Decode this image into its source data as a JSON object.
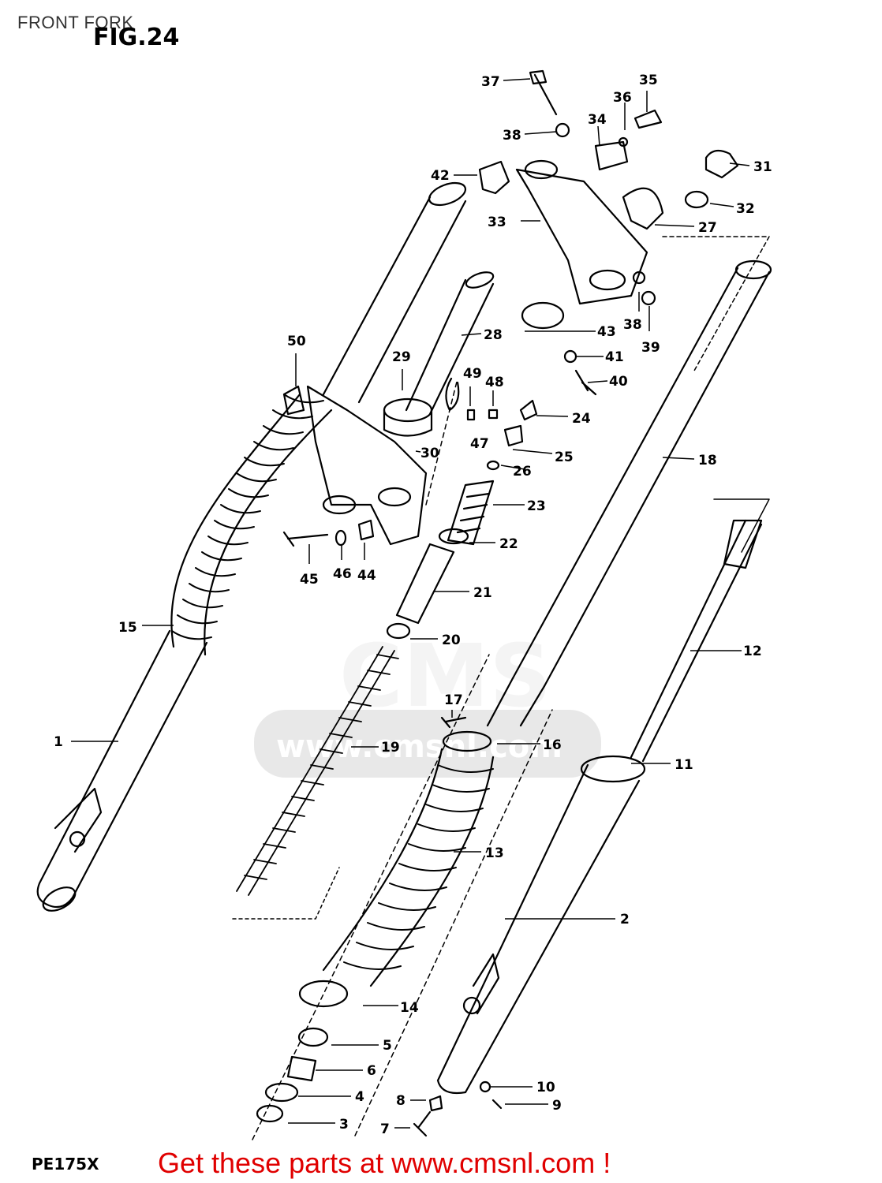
{
  "header": {
    "title": "FRONT FORK",
    "figure": "FIG.24"
  },
  "footer": {
    "model_code": "PE175X",
    "promo": "Get these parts at www.cmsnl.com !"
  },
  "watermark": {
    "brand": "CMS",
    "url": "www.cmsnl.com"
  },
  "colors": {
    "promo_text": "#e00000",
    "line_art": "#000000",
    "watermark": "#dcdcdc"
  },
  "callouts": [
    {
      "id": "c1",
      "label": "1"
    },
    {
      "id": "c2",
      "label": "2"
    },
    {
      "id": "c3",
      "label": "3"
    },
    {
      "id": "c4",
      "label": "4"
    },
    {
      "id": "c5",
      "label": "5"
    },
    {
      "id": "c6",
      "label": "6"
    },
    {
      "id": "c7",
      "label": "7"
    },
    {
      "id": "c8",
      "label": "8"
    },
    {
      "id": "c9",
      "label": "9"
    },
    {
      "id": "c10",
      "label": "10"
    },
    {
      "id": "c11",
      "label": "11"
    },
    {
      "id": "c12",
      "label": "12"
    },
    {
      "id": "c13",
      "label": "13"
    },
    {
      "id": "c14",
      "label": "14"
    },
    {
      "id": "c15",
      "label": "15"
    },
    {
      "id": "c16",
      "label": "16"
    },
    {
      "id": "c17",
      "label": "17"
    },
    {
      "id": "c18",
      "label": "18"
    },
    {
      "id": "c19",
      "label": "19"
    },
    {
      "id": "c20",
      "label": "20"
    },
    {
      "id": "c21",
      "label": "21"
    },
    {
      "id": "c22",
      "label": "22"
    },
    {
      "id": "c23",
      "label": "23"
    },
    {
      "id": "c24",
      "label": "24"
    },
    {
      "id": "c25",
      "label": "25"
    },
    {
      "id": "c26",
      "label": "26"
    },
    {
      "id": "c27",
      "label": "27"
    },
    {
      "id": "c28",
      "label": "28"
    },
    {
      "id": "c29",
      "label": "29"
    },
    {
      "id": "c30",
      "label": "30"
    },
    {
      "id": "c31",
      "label": "31"
    },
    {
      "id": "c32",
      "label": "32"
    },
    {
      "id": "c33",
      "label": "33"
    },
    {
      "id": "c34",
      "label": "34"
    },
    {
      "id": "c35",
      "label": "35"
    },
    {
      "id": "c36",
      "label": "36"
    },
    {
      "id": "c37",
      "label": "37"
    },
    {
      "id": "c38a",
      "label": "38"
    },
    {
      "id": "c38b",
      "label": "38"
    },
    {
      "id": "c39",
      "label": "39"
    },
    {
      "id": "c40",
      "label": "40"
    },
    {
      "id": "c41",
      "label": "41"
    },
    {
      "id": "c42",
      "label": "42"
    },
    {
      "id": "c43",
      "label": "43"
    },
    {
      "id": "c44",
      "label": "44"
    },
    {
      "id": "c45",
      "label": "45"
    },
    {
      "id": "c46",
      "label": "46"
    },
    {
      "id": "c47",
      "label": "47"
    },
    {
      "id": "c48",
      "label": "48"
    },
    {
      "id": "c49",
      "label": "49"
    },
    {
      "id": "c50",
      "label": "50"
    }
  ]
}
